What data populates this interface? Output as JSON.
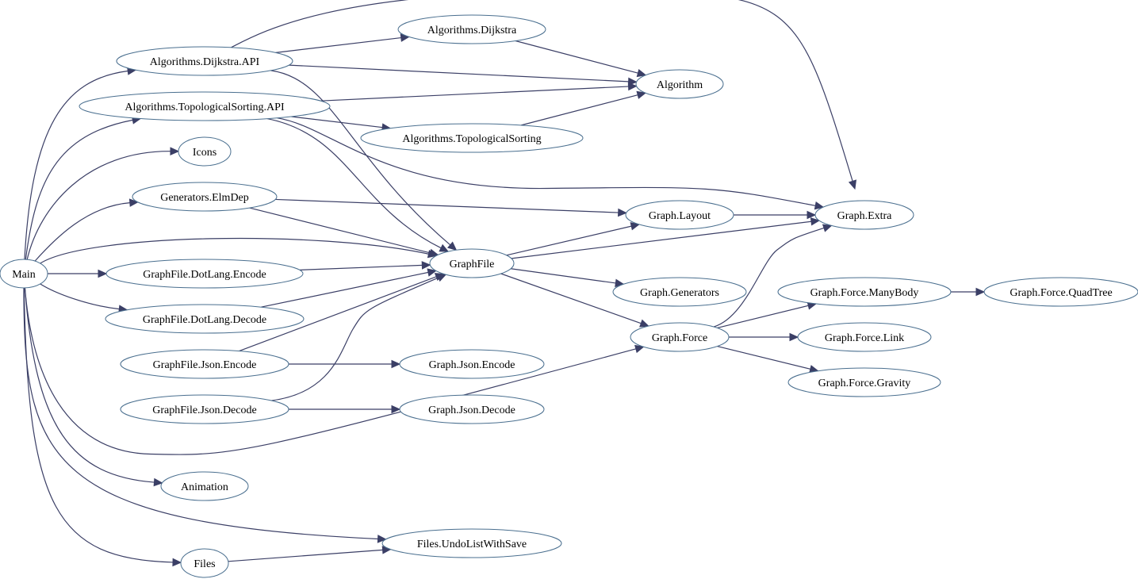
{
  "graph": {
    "edge_color": "#3b3f66",
    "node_border_color": "#4a6f8f",
    "nodes": [
      {
        "id": "main",
        "label": "Main"
      },
      {
        "id": "dijkstra_api",
        "label": "Algorithms.Dijkstra.API"
      },
      {
        "id": "dijkstra",
        "label": "Algorithms.Dijkstra"
      },
      {
        "id": "algorithm",
        "label": "Algorithm"
      },
      {
        "id": "topo_api",
        "label": "Algorithms.TopologicalSorting.API"
      },
      {
        "id": "topo",
        "label": "Algorithms.TopologicalSorting"
      },
      {
        "id": "icons",
        "label": "Icons"
      },
      {
        "id": "elmdep",
        "label": "Generators.ElmDep"
      },
      {
        "id": "layout",
        "label": "Graph.Layout"
      },
      {
        "id": "extra",
        "label": "Graph.Extra"
      },
      {
        "id": "graphfile",
        "label": "GraphFile"
      },
      {
        "id": "dot_encode",
        "label": "GraphFile.DotLang.Encode"
      },
      {
        "id": "dot_decode",
        "label": "GraphFile.DotLang.Decode"
      },
      {
        "id": "generators",
        "label": "Graph.Generators"
      },
      {
        "id": "manybody",
        "label": "Graph.Force.ManyBody"
      },
      {
        "id": "quadtree",
        "label": "Graph.Force.QuadTree"
      },
      {
        "id": "force",
        "label": "Graph.Force"
      },
      {
        "id": "force_link",
        "label": "Graph.Force.Link"
      },
      {
        "id": "gravity",
        "label": "Graph.Force.Gravity"
      },
      {
        "id": "gf_json_encode",
        "label": "GraphFile.Json.Encode"
      },
      {
        "id": "json_encode",
        "label": "Graph.Json.Encode"
      },
      {
        "id": "gf_json_decode",
        "label": "GraphFile.Json.Decode"
      },
      {
        "id": "json_decode",
        "label": "Graph.Json.Decode"
      },
      {
        "id": "animation",
        "label": "Animation"
      },
      {
        "id": "undolist",
        "label": "Files.UndoListWithSave"
      },
      {
        "id": "files",
        "label": "Files"
      }
    ],
    "edges": [
      {
        "from": "main",
        "to": "dijkstra_api"
      },
      {
        "from": "main",
        "to": "topo_api"
      },
      {
        "from": "main",
        "to": "icons"
      },
      {
        "from": "main",
        "to": "elmdep"
      },
      {
        "from": "main",
        "to": "graphfile"
      },
      {
        "from": "main",
        "to": "dot_encode"
      },
      {
        "from": "main",
        "to": "dot_decode"
      },
      {
        "from": "main",
        "to": "force"
      },
      {
        "from": "main",
        "to": "animation"
      },
      {
        "from": "main",
        "to": "undolist"
      },
      {
        "from": "main",
        "to": "files"
      },
      {
        "from": "dijkstra_api",
        "to": "dijkstra"
      },
      {
        "from": "dijkstra_api",
        "to": "algorithm"
      },
      {
        "from": "dijkstra_api",
        "to": "extra"
      },
      {
        "from": "dijkstra_api",
        "to": "graphfile"
      },
      {
        "from": "dijkstra",
        "to": "algorithm"
      },
      {
        "from": "topo_api",
        "to": "algorithm"
      },
      {
        "from": "topo_api",
        "to": "topo"
      },
      {
        "from": "topo_api",
        "to": "extra"
      },
      {
        "from": "topo_api",
        "to": "graphfile"
      },
      {
        "from": "topo",
        "to": "algorithm"
      },
      {
        "from": "elmdep",
        "to": "layout"
      },
      {
        "from": "elmdep",
        "to": "graphfile"
      },
      {
        "from": "layout",
        "to": "extra"
      },
      {
        "from": "graphfile",
        "to": "layout"
      },
      {
        "from": "graphfile",
        "to": "extra"
      },
      {
        "from": "graphfile",
        "to": "generators"
      },
      {
        "from": "graphfile",
        "to": "force"
      },
      {
        "from": "dot_encode",
        "to": "graphfile"
      },
      {
        "from": "dot_decode",
        "to": "graphfile"
      },
      {
        "from": "gf_json_encode",
        "to": "graphfile"
      },
      {
        "from": "gf_json_encode",
        "to": "json_encode"
      },
      {
        "from": "gf_json_decode",
        "to": "graphfile"
      },
      {
        "from": "gf_json_decode",
        "to": "json_decode"
      },
      {
        "from": "force",
        "to": "extra"
      },
      {
        "from": "force",
        "to": "manybody"
      },
      {
        "from": "force",
        "to": "force_link"
      },
      {
        "from": "force",
        "to": "gravity"
      },
      {
        "from": "manybody",
        "to": "quadtree"
      },
      {
        "from": "files",
        "to": "undolist"
      }
    ]
  }
}
